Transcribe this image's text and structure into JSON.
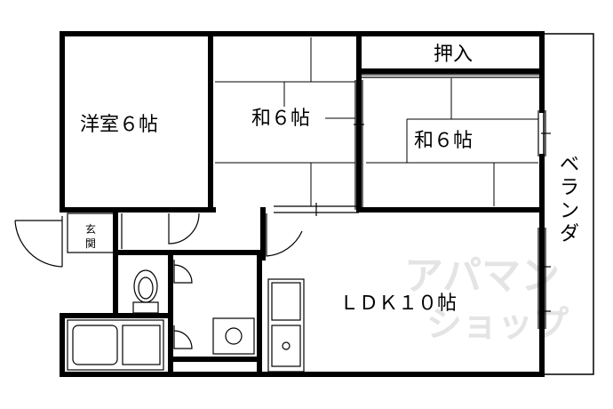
{
  "rooms": {
    "western_room": "洋室６帖",
    "japanese_room_1": "和６帖",
    "japanese_room_2": "和６帖",
    "closet": "押入",
    "ldk": "ＬＤＫ１０帖",
    "entrance_line1": "玄",
    "entrance_line2": "関",
    "veranda": "ベランダ"
  },
  "watermark": {
    "line1": "アパマン",
    "line2": "ショップ"
  },
  "colors": {
    "wall": "#000000",
    "floor": "#ffffff",
    "tatami_line": "#000000",
    "watermark": "#e4e4e4"
  }
}
